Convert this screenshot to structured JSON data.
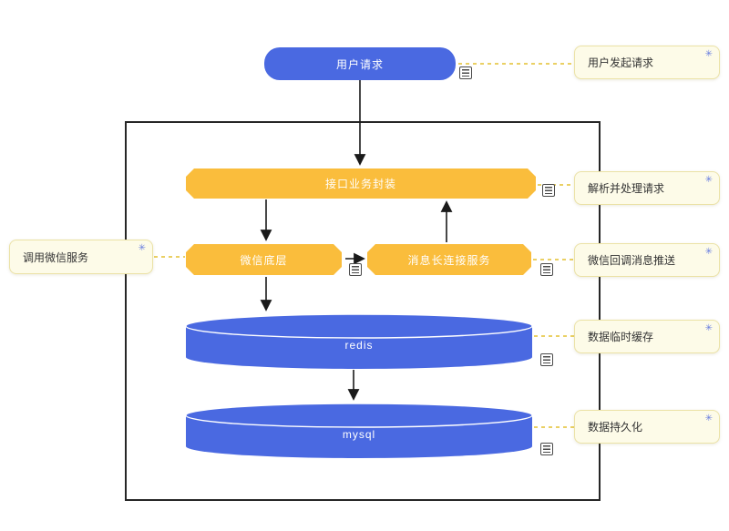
{
  "diagram": {
    "nodes": {
      "user_request": {
        "label": "用户请求"
      },
      "api_wrapper": {
        "label": "接口业务封装"
      },
      "wechat_base": {
        "label": "微信底层"
      },
      "long_connection": {
        "label": "消息长连接服务"
      },
      "redis": {
        "label": "redis"
      },
      "mysql": {
        "label": "mysql"
      }
    },
    "notes": {
      "left": {
        "label": "调用微信服务"
      },
      "right": [
        {
          "label": "用户发起请求"
        },
        {
          "label": "解析并处理请求"
        },
        {
          "label": "微信回调消息推送"
        },
        {
          "label": "数据临时缓存"
        },
        {
          "label": "数据持久化"
        }
      ],
      "pin_icon_glyph": "✳"
    },
    "colors": {
      "node_blue": "#4a69e1",
      "node_orange": "#fabd3c",
      "note_background": "#fdfbe8",
      "note_border": "#ebe2a6",
      "connector_yellow": "#e7c94f",
      "pin_blue": "#6a7fe0",
      "boundary_black": "#262626"
    }
  }
}
